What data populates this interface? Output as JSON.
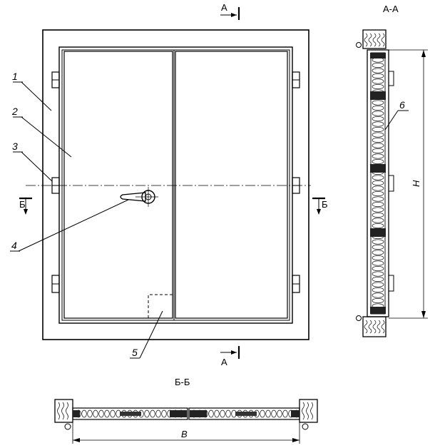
{
  "callouts": [
    "1",
    "2",
    "3",
    "4",
    "5",
    "6"
  ],
  "section_marks": {
    "a_top": "А",
    "a_bottom": "А",
    "b_left": "Б",
    "b_right": "Б"
  },
  "section_titles": {
    "aa": "А-А",
    "bb": "Б-Б"
  },
  "dimensions": {
    "height": "H",
    "width": "B"
  }
}
